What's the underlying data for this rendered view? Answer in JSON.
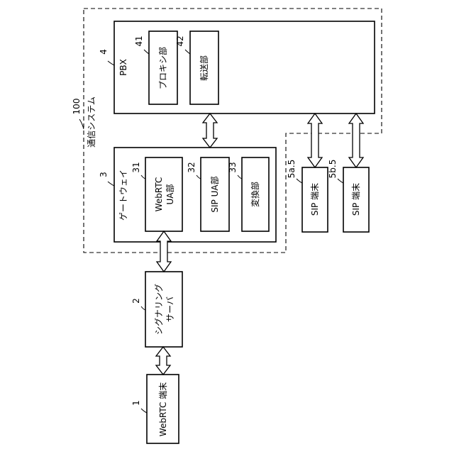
{
  "system": {
    "ref": "100",
    "label": "通信システム"
  },
  "pbx": {
    "ref": "4",
    "label": "PBX"
  },
  "proxy": {
    "ref": "41",
    "label": "プロキシ部"
  },
  "transfer": {
    "ref": "42",
    "label": "転送部"
  },
  "gateway": {
    "ref": "3",
    "label": "ゲートウェイ"
  },
  "webrtc_ua": {
    "ref": "31",
    "line1": "WebRTC",
    "line2": "UA部"
  },
  "sip_ua": {
    "ref": "32",
    "label": "SIP UA部"
  },
  "converter": {
    "ref": "33",
    "label": "変換部"
  },
  "sip_terminal_a": {
    "ref": "5a.5",
    "label": "SIP 端末"
  },
  "sip_terminal_b": {
    "ref": "5b.5",
    "label": "SIP 端末"
  },
  "signaling": {
    "ref": "2",
    "line1": "シグナリング",
    "line2": "サーバ"
  },
  "webrtc_terminal": {
    "ref": "1",
    "label": "WebRTC 端末"
  }
}
